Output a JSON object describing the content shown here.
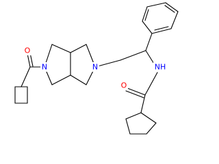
{
  "colors": {
    "background": "#ffffff",
    "bond": "#000000",
    "oxygen": "#ff0000",
    "nitrogen": "#0000ff"
  },
  "atom_labels": {
    "o_left": "O",
    "n_left": "N",
    "n_right": "N",
    "nh": "NH",
    "o_bottom": "O"
  }
}
